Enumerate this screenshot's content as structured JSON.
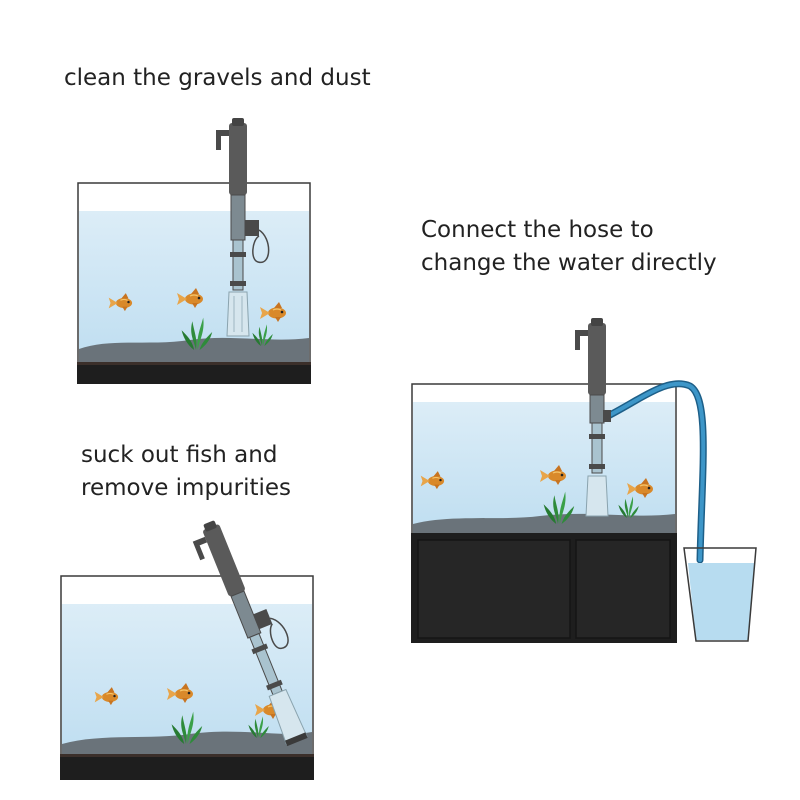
{
  "captions": {
    "clean": "clean the gravels and dust",
    "suck_line1": "suck out fish and",
    "suck_line2": "remove impurities",
    "connect_line1": "Connect the hose to",
    "connect_line2": "change the water directly"
  },
  "colors": {
    "background": "#ffffff",
    "water": "#c5e3f3",
    "glass_edge": "#3a3a3a",
    "gravel": "#6a737a",
    "plant": "#2e8b3a",
    "fish": "#d9892a",
    "tube": "#555555",
    "hose": "#2f7fb0",
    "stand": "#1e1e1e"
  },
  "icons": {
    "siphon": "siphon-cleaner-icon",
    "fish": "goldfish-icon",
    "plant": "water-plant-icon",
    "cup": "water-cup-icon"
  }
}
